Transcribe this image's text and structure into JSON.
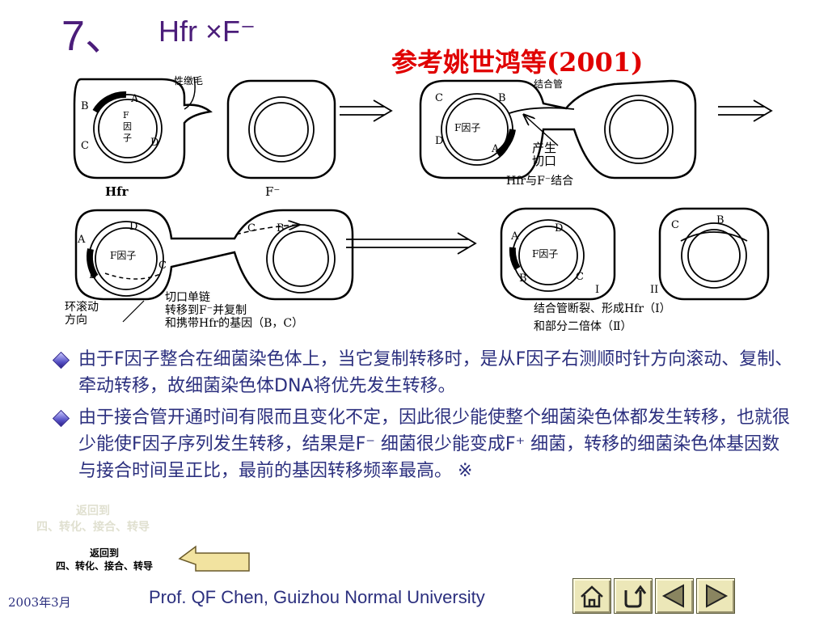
{
  "title": {
    "number": "7、",
    "text": "Hfr ×F⁻"
  },
  "reference": "参考姚世鸿等(2001)",
  "diagram": {
    "labels": {
      "pilus": "性缴毛",
      "conj_tube": "结合管",
      "f_factor_cell1": "F\n因\n子",
      "f_factor": "F因子",
      "hfr": "Hfr",
      "f_minus": "F⁻",
      "nick": "产生\n切口",
      "hfr_f_bind": "Hfr与F⁻结合",
      "roll_dir": "环滚动\n方向",
      "transfer": "切口单链\n转移到F⁻并复制\n和携带Hfr的基因（B，C）",
      "result": "结合管断裂、形成Hfr（Ⅰ）\n和部分二倍体（Ⅱ）",
      "i": "I",
      "ii": "II",
      "A": "A",
      "B": "B",
      "C": "C",
      "D": "D"
    }
  },
  "bullets": [
    "由于F因子整合在细菌染色体上，当它复制转移时，是从F因子右测顺时针方向滚动、复制、牵动转移，故细菌染色体DNA将优先发生转移。",
    "由于接合管开通时间有限而且变化不定，因此很少能使整个细菌染色体都发生转移，也就很少能使F因子序列发生转移，结果是F⁻ 细菌很少能变成F⁺ 细菌，转移的细菌染色体基因数与接合时间呈正比，最前的基因转移频率最高。 ※"
  ],
  "return_link_faded": "返回到\n四、转化、接合、转导",
  "return_link": "返回到\n四、转化、接合、转导",
  "date": "2003年3月",
  "footer": "Prof. QF Chen, Guizhou Normal University",
  "nav": [
    "home-icon",
    "return-icon",
    "previous-icon",
    "next-icon"
  ]
}
